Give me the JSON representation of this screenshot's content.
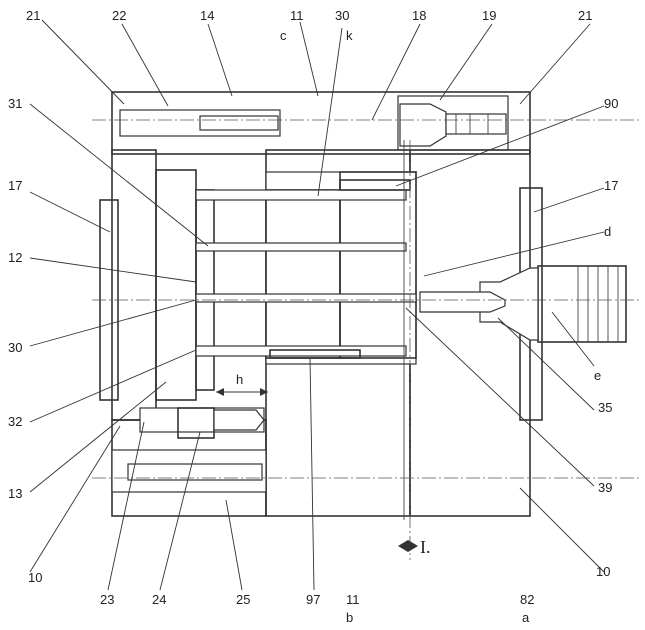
{
  "figure": {
    "labels": {
      "l21a": "21",
      "l22": "22",
      "l14": "14",
      "l11top": "11",
      "l30top": "30",
      "l18": "18",
      "l19": "19",
      "l21b": "21",
      "lc": "c",
      "lk": "k",
      "l31": "31",
      "l17a": "17",
      "l12": "12",
      "l30mid": "30",
      "l32": "32",
      "l13": "13",
      "l10a": "10",
      "l90": "90",
      "l17b": "17",
      "ld": "d",
      "le": "e",
      "l35": "35",
      "l39": "39",
      "l10b": "10",
      "lh": "h",
      "l23": "23",
      "l24": "24",
      "l25": "25",
      "l97": "97",
      "l11bot": "11",
      "l82": "82",
      "lb": "b",
      "la": "a",
      "section": "I."
    }
  }
}
